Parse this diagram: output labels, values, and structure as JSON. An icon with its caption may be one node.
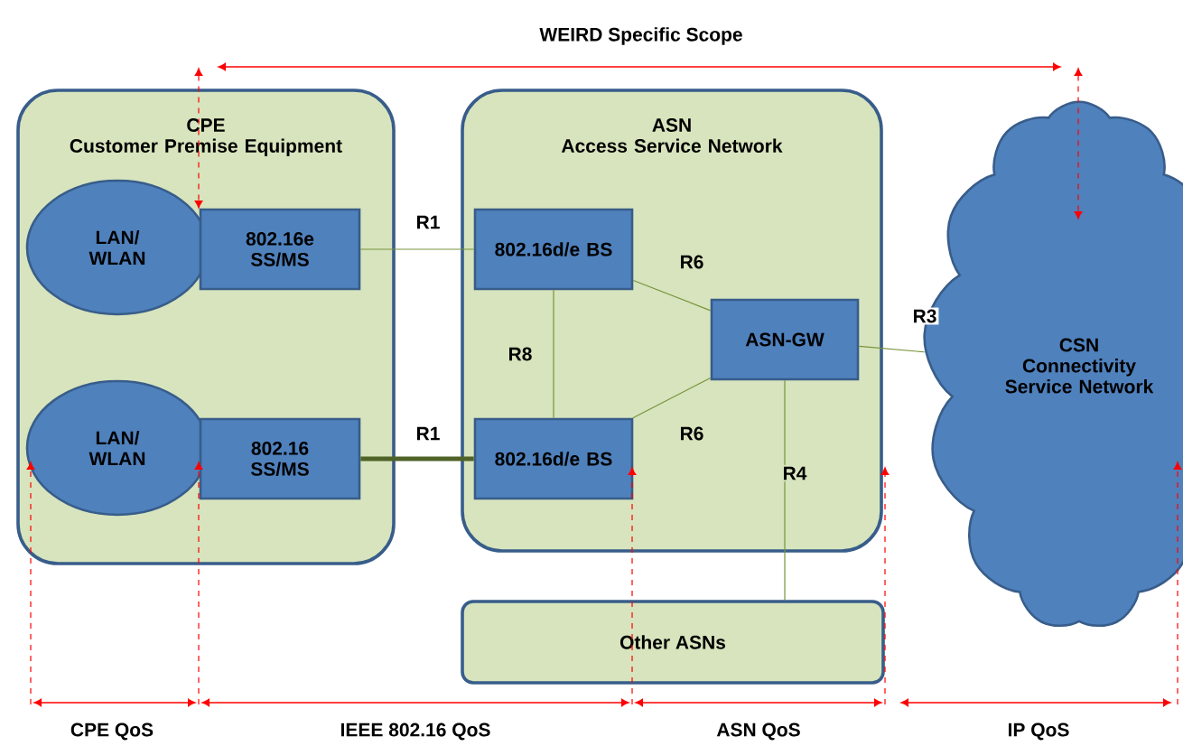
{
  "diagram": {
    "nodes": [
      {
        "text": [
          "CPE",
          "Customer Premise Equipment"
        ]
      },
      {
        "text": [
          "ASN",
          "Access Service Network"
        ]
      },
      {
        "text": [
          "LAN/ WLAN"
        ],
        "in": 0
      },
      {
        "text": [
          "802.16e SS/MS"
        ],
        "in": 0
      },
      {
        "text": [
          "LAN/ WLAN"
        ],
        "in": 0
      },
      {
        "text": [
          "802.16 SS/MS"
        ],
        "in": 0
      },
      {
        "text": [
          "802.16d/e BS"
        ],
        "in": 1
      },
      {
        "text": [
          "802.16d/e BS"
        ],
        "in": 1
      },
      {
        "text": [
          "ASN-GW"
        ],
        "in": 1
      },
      {
        "text": [
          "CSN",
          "Connectivity Service Network"
        ]
      },
      {
        "text": [
          "Other ASNs"
        ]
      }
    ],
    "edges": [
      {
        "from": 3,
        "to": 6,
        "arrow": "none",
        "label": "R1"
      },
      {
        "from": 5,
        "to": 7,
        "arrow": "none",
        "label": "R1",
        "style": "thick",
        "color": "#4f6228"
      },
      {
        "from": 6,
        "to": 7,
        "arrow": "none",
        "label": "R8"
      },
      {
        "from": 6,
        "to": 8,
        "arrow": "none",
        "label": "R6"
      },
      {
        "from": 7,
        "to": 8,
        "arrow": "none",
        "label": "R6"
      },
      {
        "from": 8,
        "to": 9,
        "arrow": "none",
        "label": "R3"
      },
      {
        "from": 8,
        "to": 10,
        "arrow": "none",
        "label": "R4"
      }
    ],
    "labels": [
      "WEIRD Specific Scope",
      "CPE QoS",
      "IEEE 802.16 QoS",
      "ASN QoS",
      "IP QoS"
    ]
  }
}
